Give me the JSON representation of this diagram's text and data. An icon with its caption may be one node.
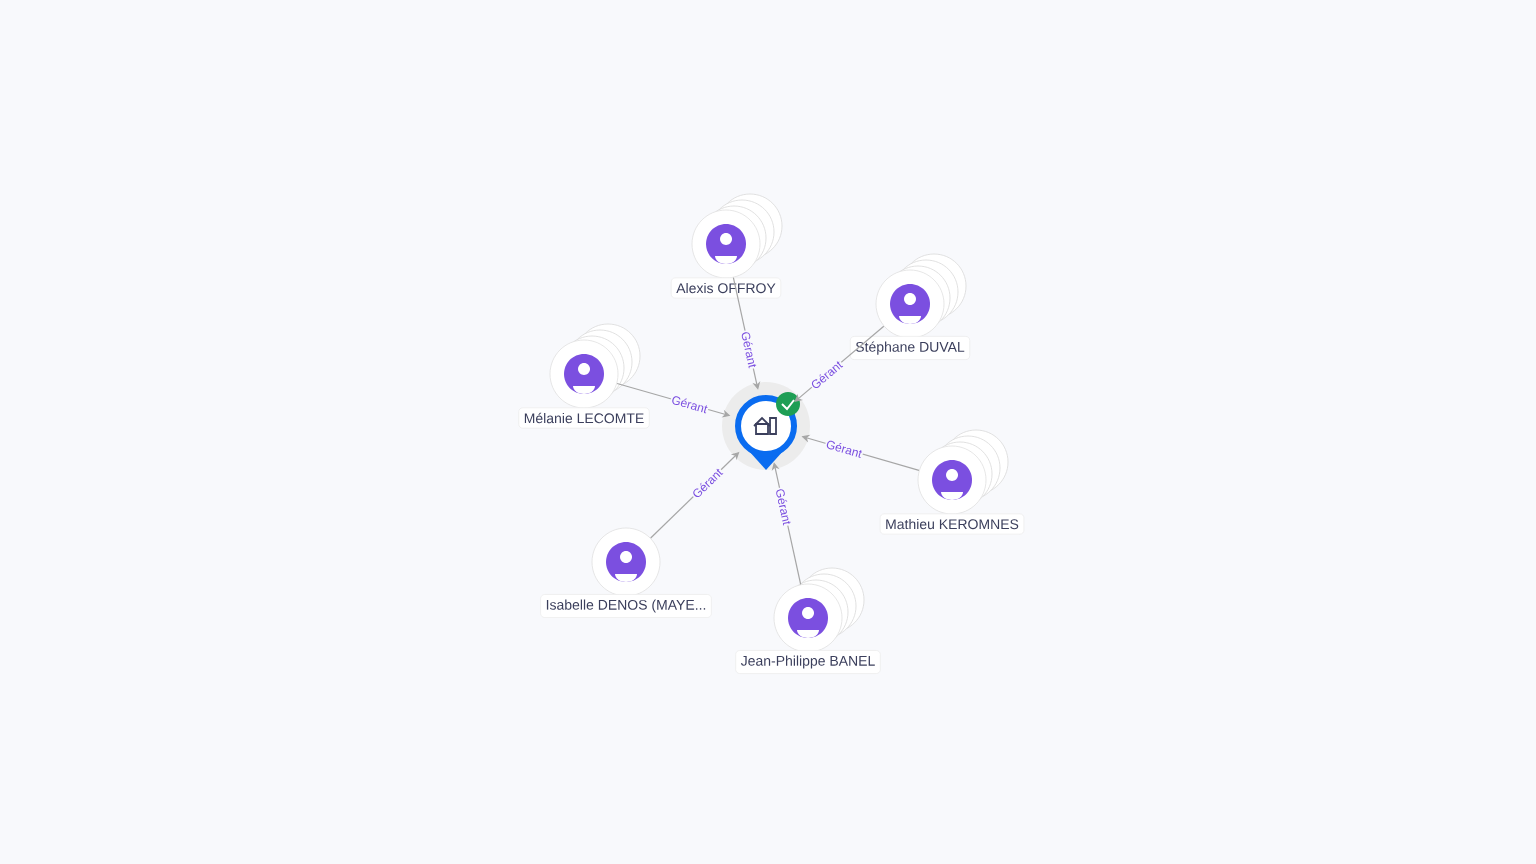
{
  "diagram": {
    "nodes": [
      {
        "text": [
          "Alexis OFFROY"
        ]
      },
      {
        "text": [
          "Stéphane DUVAL"
        ]
      },
      {
        "text": [
          "Mélanie LECOMTE"
        ]
      },
      {
        "text": [],
        "shape": "pin"
      },
      {
        "text": [
          "Mathieu KEROMNES"
        ]
      },
      {
        "text": [
          "Isabelle DENOS (MAYE..."
        ]
      },
      {
        "text": [
          "Jean-Philippe BANEL"
        ]
      }
    ],
    "edges": [
      {
        "from": 0,
        "to": 3,
        "arrow": "to",
        "label": "Gérant"
      },
      {
        "from": 1,
        "to": 3,
        "arrow": "to",
        "label": "Gérant"
      },
      {
        "from": 2,
        "to": 3,
        "arrow": "to",
        "label": "Gérant"
      },
      {
        "from": 4,
        "to": 3,
        "arrow": "to",
        "label": "Gérant"
      },
      {
        "from": 5,
        "to": 3,
        "arrow": "to",
        "label": "Gérant"
      },
      {
        "from": 6,
        "to": 3,
        "arrow": "to",
        "label": "Gérant"
      }
    ]
  }
}
